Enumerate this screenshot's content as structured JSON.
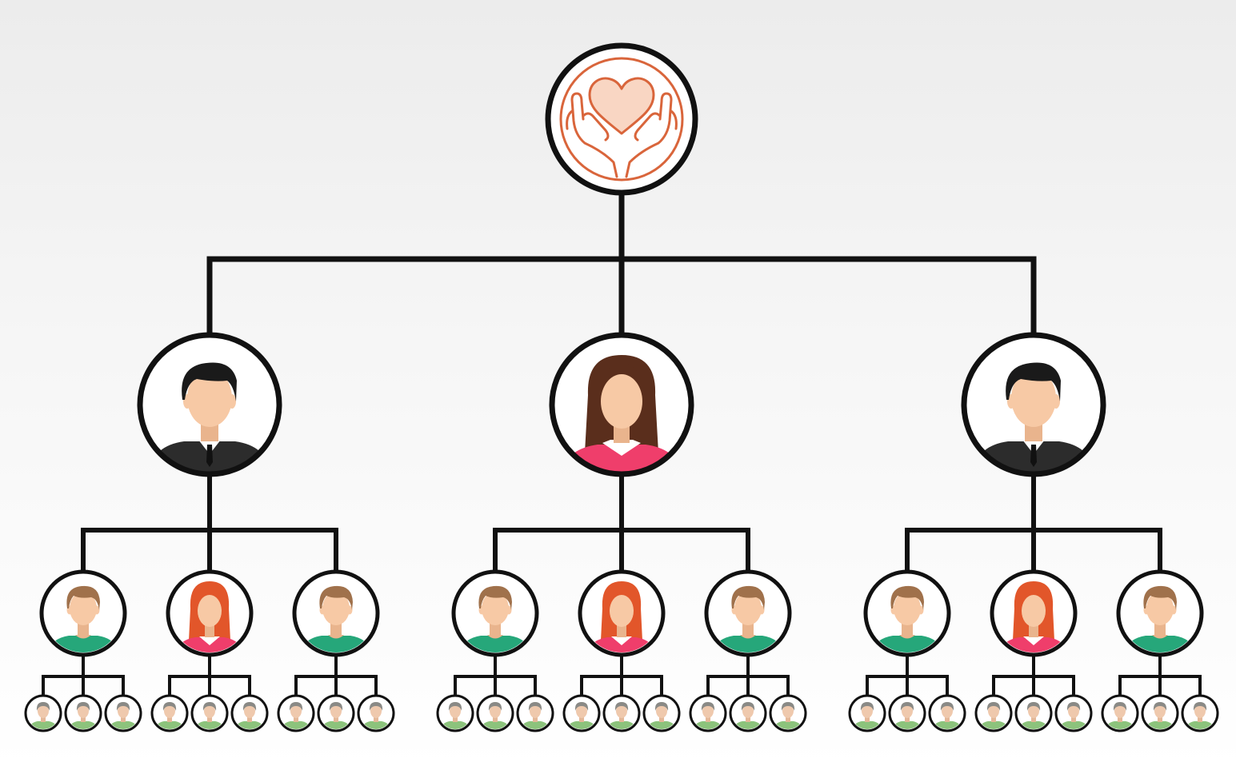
{
  "diagram": {
    "type": "org-hierarchy",
    "levels": 4,
    "root": {
      "icon": "heart-in-hands-icon"
    },
    "level1": [
      {
        "icon": "man-in-suit-avatar-icon",
        "children": 3
      },
      {
        "icon": "woman-avatar-icon",
        "children": 3
      },
      {
        "icon": "man-in-suit-avatar-icon",
        "children": 3
      }
    ],
    "level2_pattern": [
      "man-avatar-icon",
      "woman-avatar-icon",
      "man-avatar-icon"
    ],
    "level3_children_per_node": 3,
    "level3_icon": "small-person-avatar-icon",
    "colors": {
      "connector": "#111111",
      "node_fill": "#ffffff",
      "root_accent": "#d9653b",
      "root_heart_fill": "#f9d6c3",
      "skin": "#f7c9a5",
      "hair_dark": "#1a1a1a",
      "hair_woman": "#5a2e1c",
      "hair_brown": "#a0714b",
      "hair_red": "#e2562a",
      "suit": "#2c2c2c",
      "top_pink": "#ef3e6b",
      "shirt_teal": "#26a77a",
      "shirt_light_green": "#8cc37c"
    }
  }
}
